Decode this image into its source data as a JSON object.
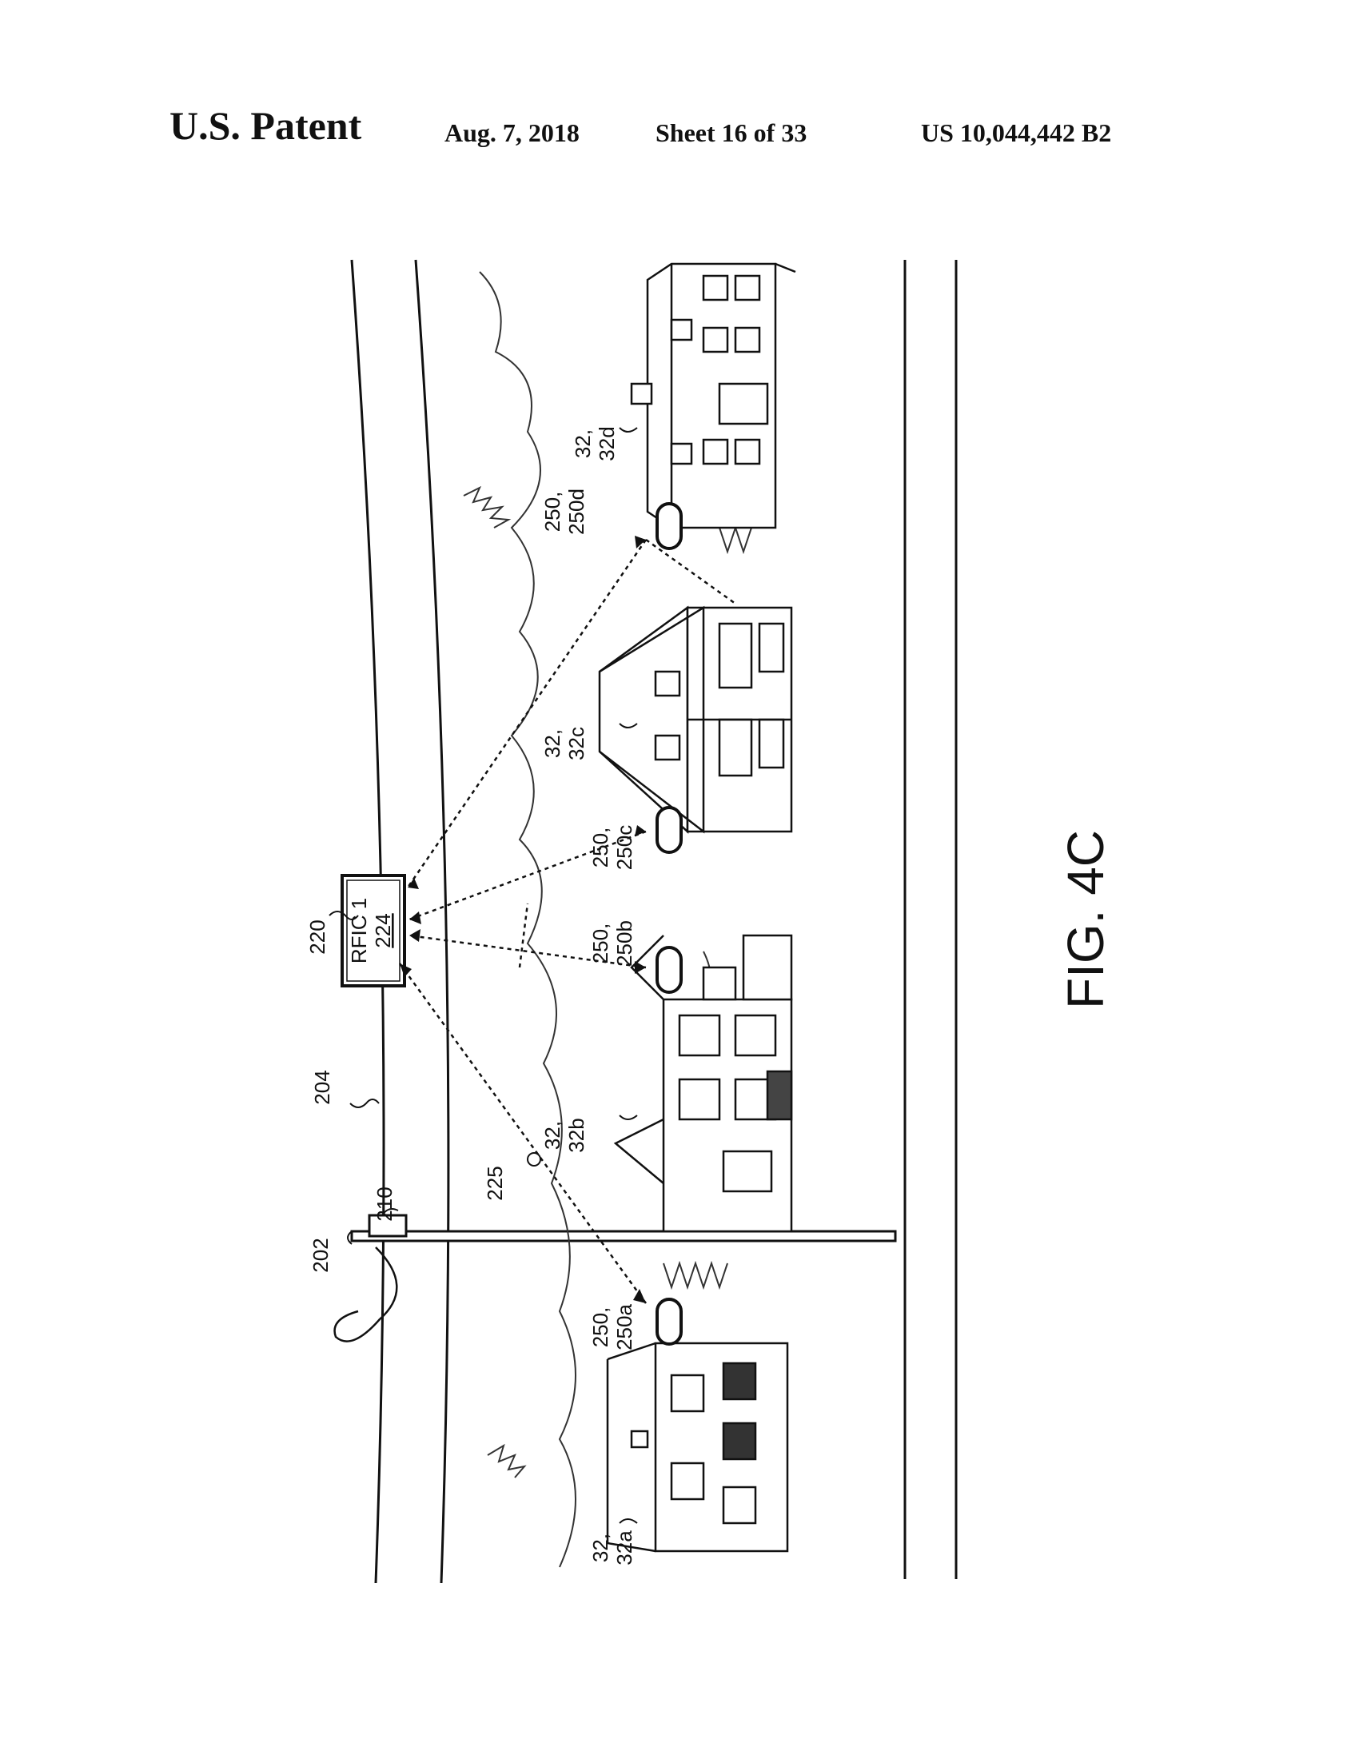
{
  "header": {
    "left": "U.S. Patent",
    "date": "Aug. 7, 2018",
    "sheet": "Sheet 16 of 33",
    "patent_no": "US 10,044,442 B2"
  },
  "figure": {
    "caption": "FIG. 4C",
    "device_box": {
      "line1": "RFIC 1",
      "line2": "224"
    },
    "labels": {
      "ref_220": "220",
      "ref_204": "204",
      "ref_202": "202",
      "ref_210": "210",
      "ref_225": "225",
      "house_a_1": "32,",
      "house_a_2": "32a",
      "house_b_1": "32,",
      "house_b_2": "32b",
      "house_c_1": "32,",
      "house_c_2": "32c",
      "house_d_1": "32,",
      "house_d_2": "32d",
      "node_a_1": "250,",
      "node_a_2": "250a",
      "node_b_1": "250,",
      "node_b_2": "250b",
      "node_c_1": "250,",
      "node_c_2": "250c",
      "node_d_1": "250,",
      "node_d_2": "250d"
    }
  }
}
